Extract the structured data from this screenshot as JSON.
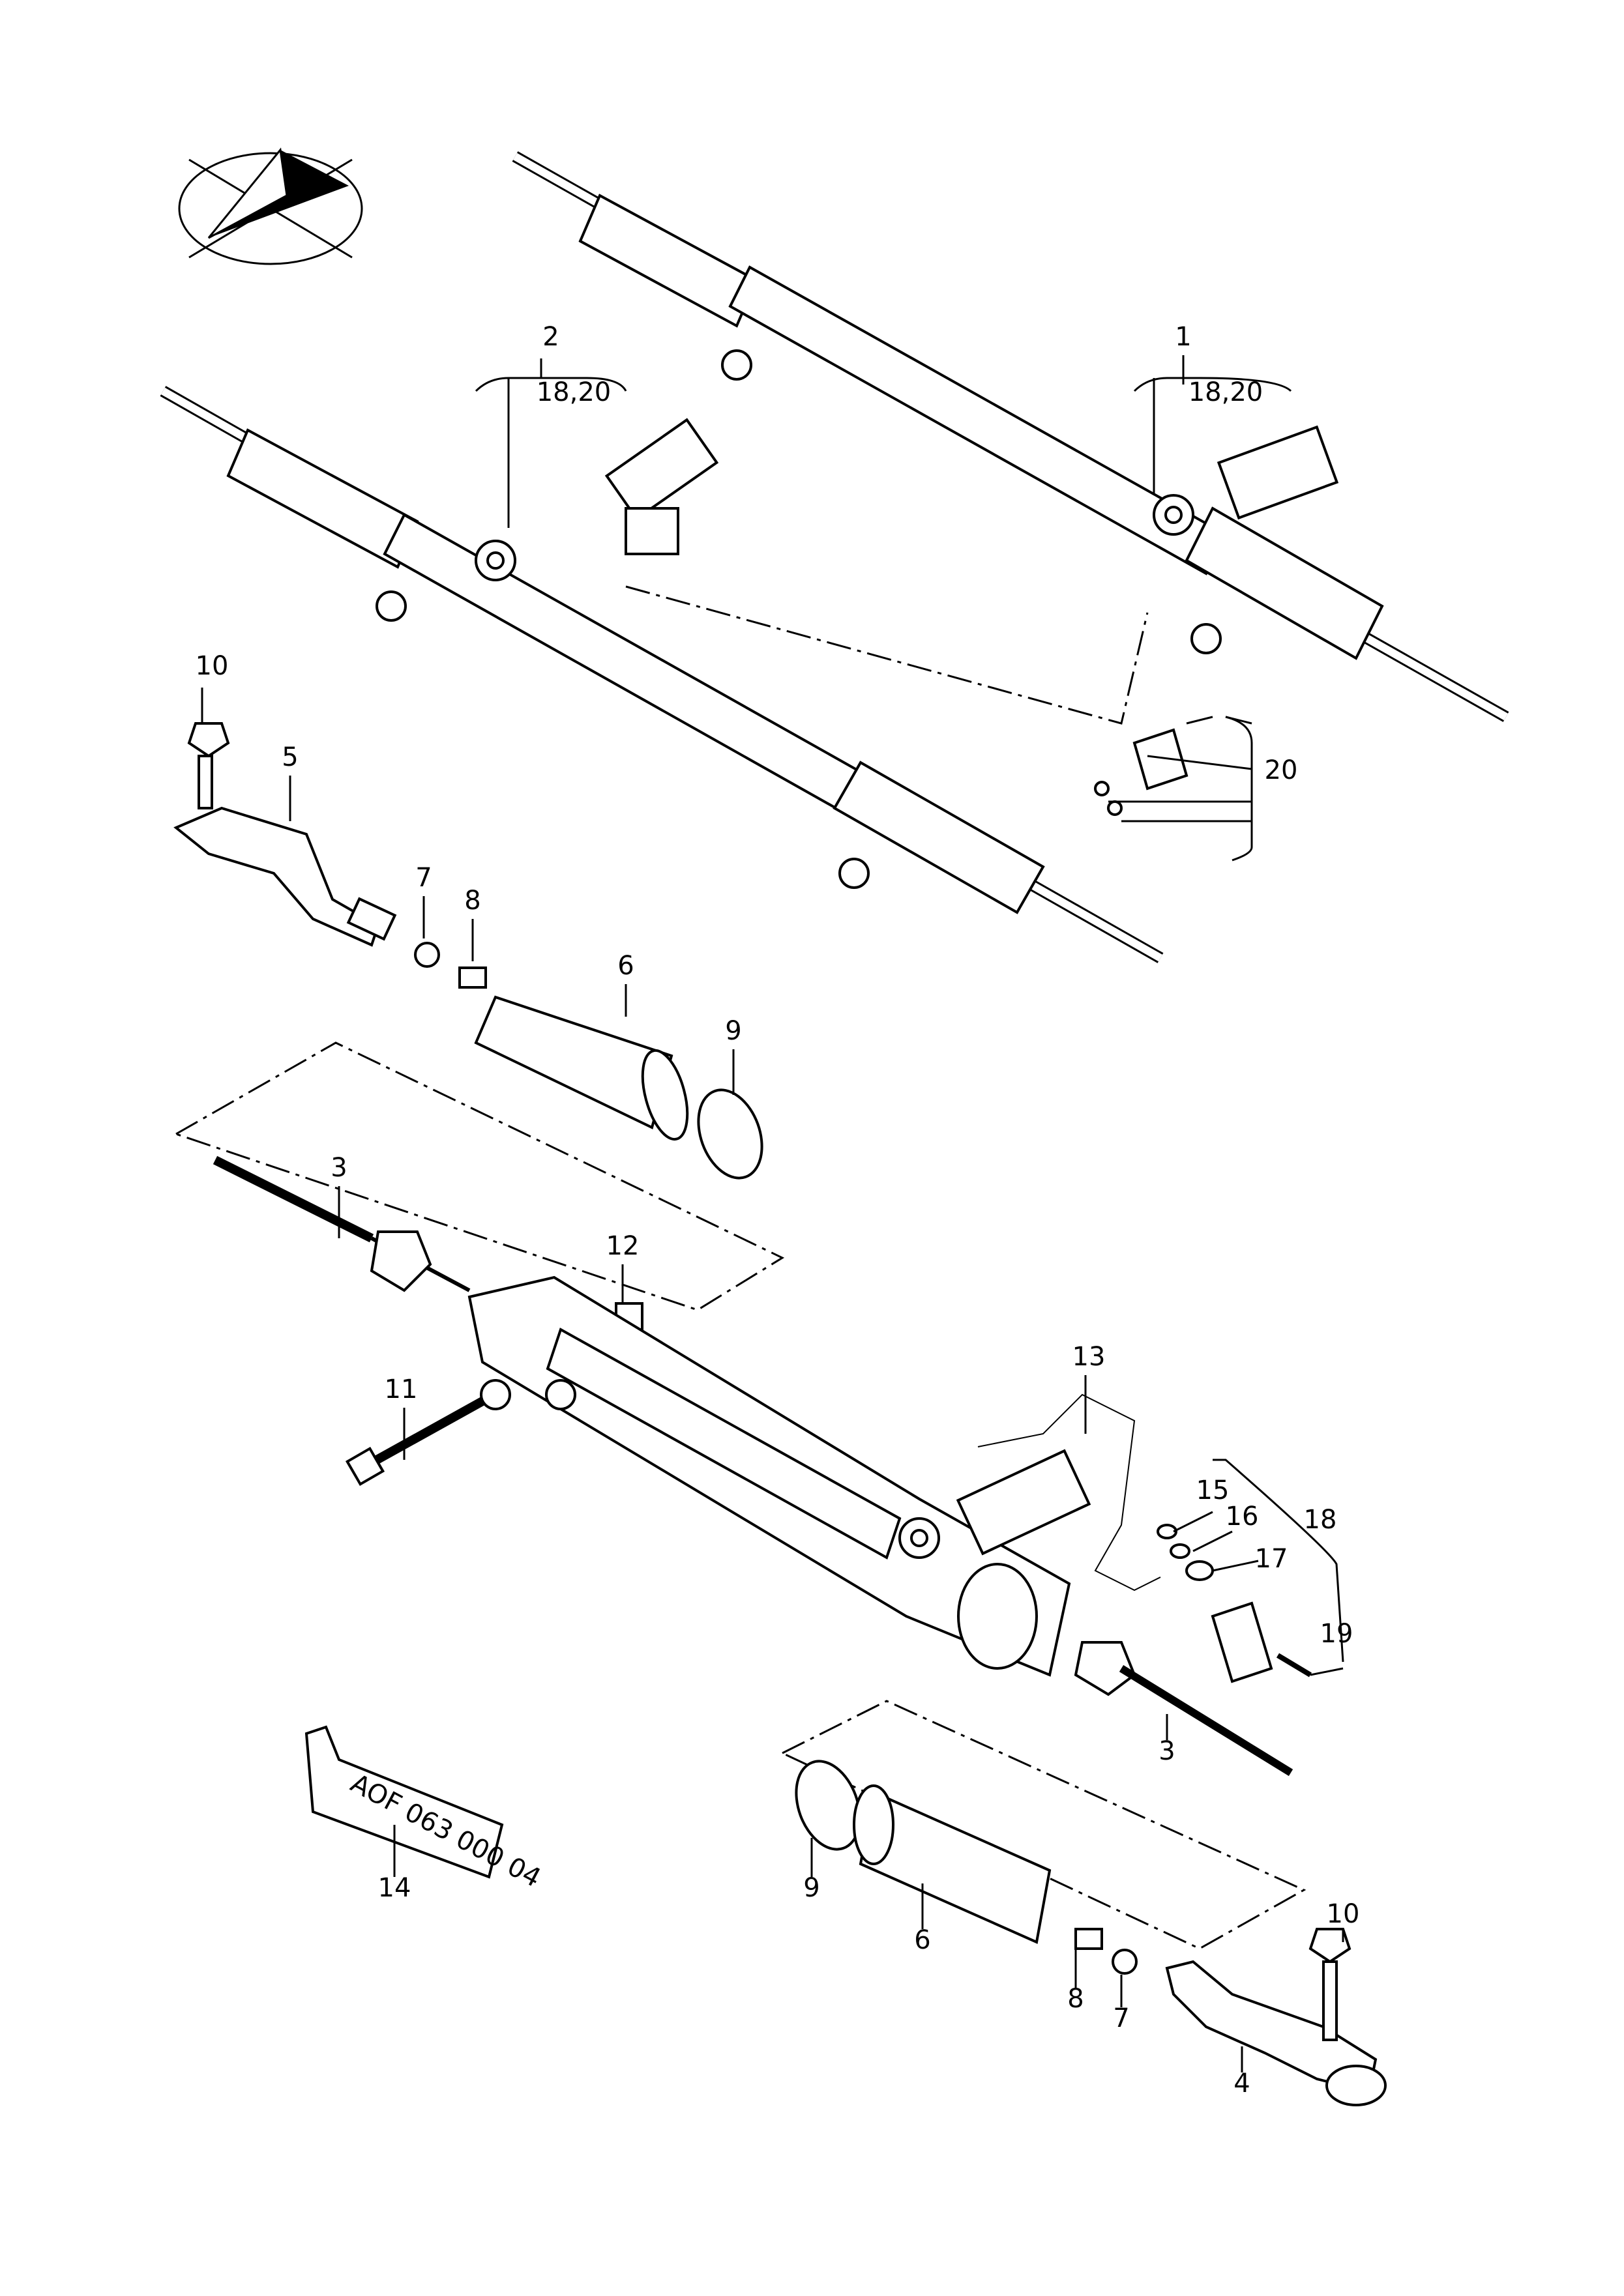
{
  "labels": {
    "l1": "1",
    "l1_sub": "18,20",
    "l2": "2",
    "l2_sub": "18,20",
    "l3a": "3",
    "l3b": "3",
    "l4": "4",
    "l5": "5",
    "l6a": "6",
    "l6b": "6",
    "l7a": "7",
    "l7b": "7",
    "l8a": "8",
    "l8b": "8",
    "l9a": "9",
    "l9b": "9",
    "l10a": "10",
    "l10b": "10",
    "l11": "11",
    "l12": "12",
    "l13": "13",
    "l14": "14",
    "l15": "15",
    "l16": "16",
    "l17": "17",
    "l18": "18",
    "l19": "19",
    "l20": "20"
  },
  "tube_text": "AOF 063 000 04"
}
